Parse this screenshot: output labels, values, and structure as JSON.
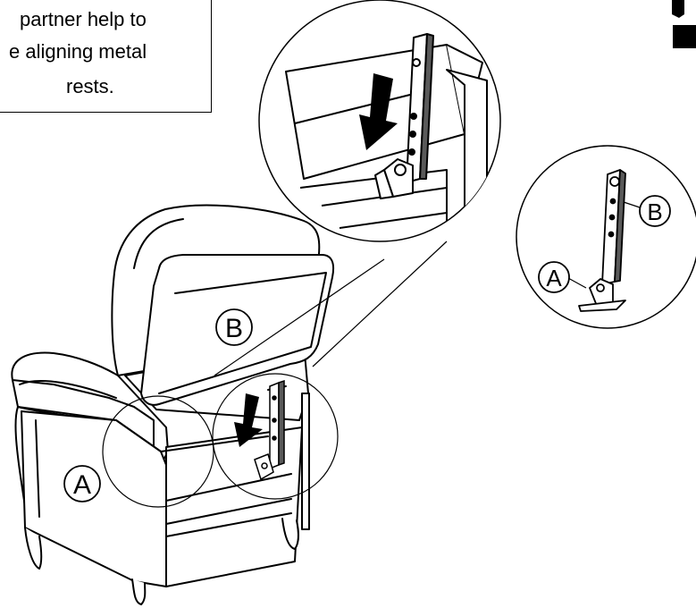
{
  "instruction": {
    "lines": [
      "partner  help  to",
      "e  aligning  metal",
      "rests."
    ]
  },
  "labels": {
    "bracket_a": "A",
    "bracket_b": "B"
  },
  "colors": {
    "ink": "#000000",
    "paper": "#ffffff",
    "hardware": "#5a5a5a"
  },
  "icons": [
    "arrow-down-icon",
    "magnifier-circle-icon",
    "page-corner-marker-icon"
  ]
}
